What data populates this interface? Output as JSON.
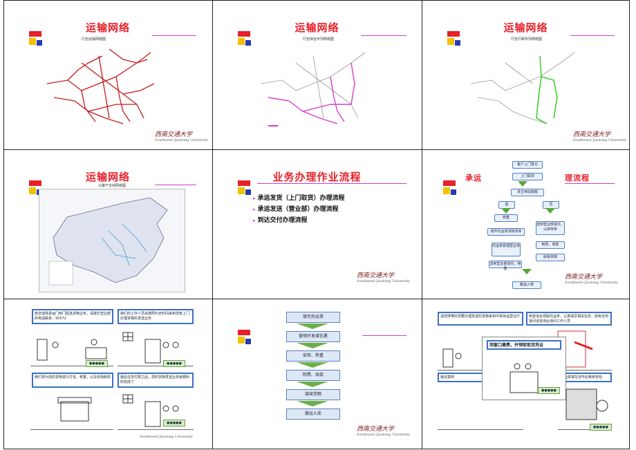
{
  "slides": {
    "s1": {
      "title": "运输网络",
      "map_caption": "行包运输网络图"
    },
    "s2": {
      "title": "运输网络",
      "map_caption": "行包快运专列网络图"
    },
    "s3": {
      "title": "运输网络",
      "map_caption": "行包行邮专列网络图"
    },
    "s4": {
      "title": "运输网络",
      "map_caption": "公路干支线网络图"
    },
    "s5": {
      "title": "业务办理作业流程",
      "bullets": [
        "承运发货（上门取货）办理流程",
        "承运发送（营业部）办理流程",
        "到达交付办理流程"
      ]
    },
    "s6": {
      "title_left": "承运",
      "title_right": "理流程",
      "steps": [
        "客户上门登记",
        "上门取货",
        "货主到站装载",
        "是",
        "否",
        "称重",
        "收件托运单货物清单",
        "送到营业部受托、以库存单",
        "托运单受理营业单",
        "送到营业部受托，称重",
        "制票、收款",
        "给我货物"
      ],
      "end": "搬运入库"
    },
    "s7": {
      "c1": "若您选择承运门到门配送货物业务，请拨打营业部的电话联系：95572",
      "c2": "我们的工作人员会按照约定时间来到您家上门办理货物的发送业务",
      "c3": "我们将为您的货物进行打包、称重，以及现场制票",
      "c4": "最后在您付费之后，您的货物发送业务就顺利的完成了"
    },
    "s8": {
      "steps": [
        "填写托运单",
        "营销开发增包裹",
        "安检、称重",
        "制票、收款",
        "接续货物",
        "搬运入库"
      ]
    },
    "s9": {
      "c1": "请您携带好您要办理发送的货物来到中铁快运营业厅",
      "c2": "到咨询台领取托运单，认真填写相关信息，如有任何疑问请咨询台询问工作人员",
      "c3": "到窗口缴费，并领取取货凭证",
      "c4": "接近案例",
      "c5": "托运单填写完毕后等到安检"
    }
  },
  "logo": {
    "cn": "西南交通大学",
    "en": "Southwest Jiaotong University"
  },
  "colors": {
    "title": "#e8202a",
    "accent": "#d23cc8",
    "flow_green": "#6bb04a",
    "box_blue": "#4d7fc0"
  }
}
